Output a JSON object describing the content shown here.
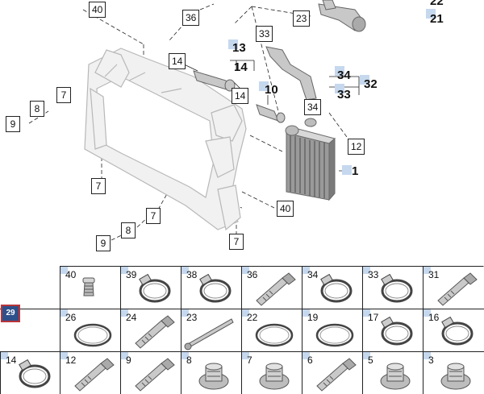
{
  "diagram": {
    "callouts": [
      "40",
      "36",
      "23",
      "33",
      "14",
      "14",
      "34",
      "40",
      "12",
      "7",
      "8",
      "9",
      "7",
      "7",
      "8",
      "9",
      "7"
    ],
    "plain_labels": [
      "22",
      "21",
      "13",
      "14",
      "10",
      "34",
      "33",
      "32",
      "1"
    ]
  },
  "grid": {
    "badge": "29",
    "cells": [
      {
        "num": "40",
        "icon": "clip-icon"
      },
      {
        "num": "39",
        "icon": "hose-clamp-icon"
      },
      {
        "num": "38",
        "icon": "hose-clamp-icon"
      },
      {
        "num": "36",
        "icon": "bolt-icon"
      },
      {
        "num": "34",
        "icon": "hose-clamp-icon"
      },
      {
        "num": "33",
        "icon": "hose-clamp-icon"
      },
      {
        "num": "31",
        "icon": "bolt-icon"
      },
      {
        "num": "26",
        "icon": "seal-ring-icon"
      },
      {
        "num": "24",
        "icon": "bolt-icon"
      },
      {
        "num": "23",
        "icon": "long-bolt-icon"
      },
      {
        "num": "22",
        "icon": "seal-ring-icon"
      },
      {
        "num": "19",
        "icon": "seal-ring-icon"
      },
      {
        "num": "17",
        "icon": "hose-clamp-icon"
      },
      {
        "num": "16",
        "icon": "hose-clamp-icon"
      },
      {
        "num": "14",
        "icon": "hose-clamp-icon"
      },
      {
        "num": "12",
        "icon": "bolt-icon"
      },
      {
        "num": "9",
        "icon": "bolt-icon"
      },
      {
        "num": "8",
        "icon": "nut-icon"
      },
      {
        "num": "7",
        "icon": "nut-icon"
      },
      {
        "num": "6",
        "icon": "bolt-icon"
      },
      {
        "num": "5",
        "icon": "nut-icon"
      },
      {
        "num": "3",
        "icon": "nut-icon"
      }
    ]
  }
}
